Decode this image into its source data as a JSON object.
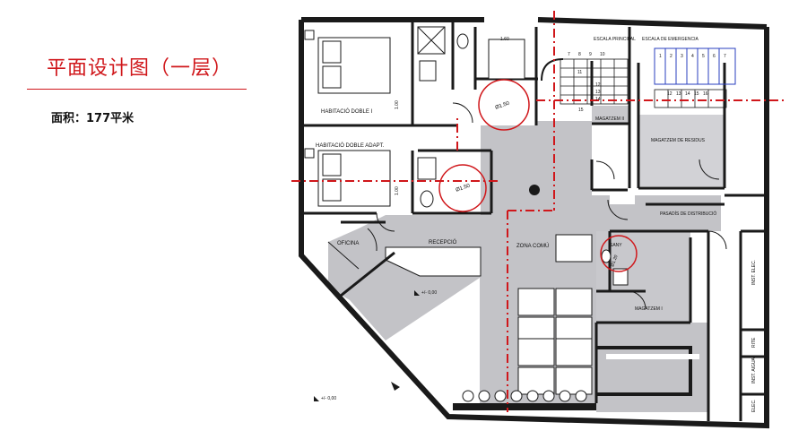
{
  "header": {
    "title": "平面设计图（一层）",
    "area": "面积：177平米"
  },
  "rooms": {
    "habitacio_doble_1": "HABITACIÓ DOBLE I",
    "habitacio_doble_adapt": "HABITACIÓ DOBLE ADAPT.",
    "oficina": "OFICINA",
    "recepcio": "RECEPCIÓ",
    "zona_comu": "ZONA COMÚ",
    "sany": "SANY",
    "magatzem_1": "MAGATZEM I",
    "magatzem_2": "MAGATZEM II",
    "magatzem_residus": "MAGATZEM DE RESIDUS",
    "pasadis": "PASADÍS DE DISTRIBUCIÓ",
    "escala_principal": "ESCALA PRINCIPAL",
    "escala_emergencia": "ESCALA DE EMERGENCIA",
    "inst_elec": "INST. ELEC.",
    "rite": "RITE",
    "inst_aigua": "INST. AIGUA",
    "elec": "ELEC."
  },
  "dimensions": {
    "turn_150_a": "Ø1.50",
    "turn_150_b": "Ø1.50",
    "turn_120": "Ø1.20",
    "width_160": "1.60",
    "height_100_a": "1.00",
    "height_100_b": "1.00",
    "level_a": "+/- 0,00",
    "level_b": "+/- 0,00"
  },
  "stairs": {
    "principal_steps": [
      "7",
      "8",
      "9",
      "10",
      "11",
      "12",
      "13",
      "14",
      "15"
    ],
    "emergency_steps_top": [
      "1",
      "2",
      "3",
      "4",
      "5",
      "6",
      "7"
    ],
    "emergency_steps_bottom": [
      "12",
      "13",
      "14",
      "15",
      "16"
    ]
  },
  "colors": {
    "accent": "#d0171b",
    "floor": "#c3c3c7",
    "wall": "#1a1a1a",
    "stair_blue": "#2a3fbf"
  }
}
